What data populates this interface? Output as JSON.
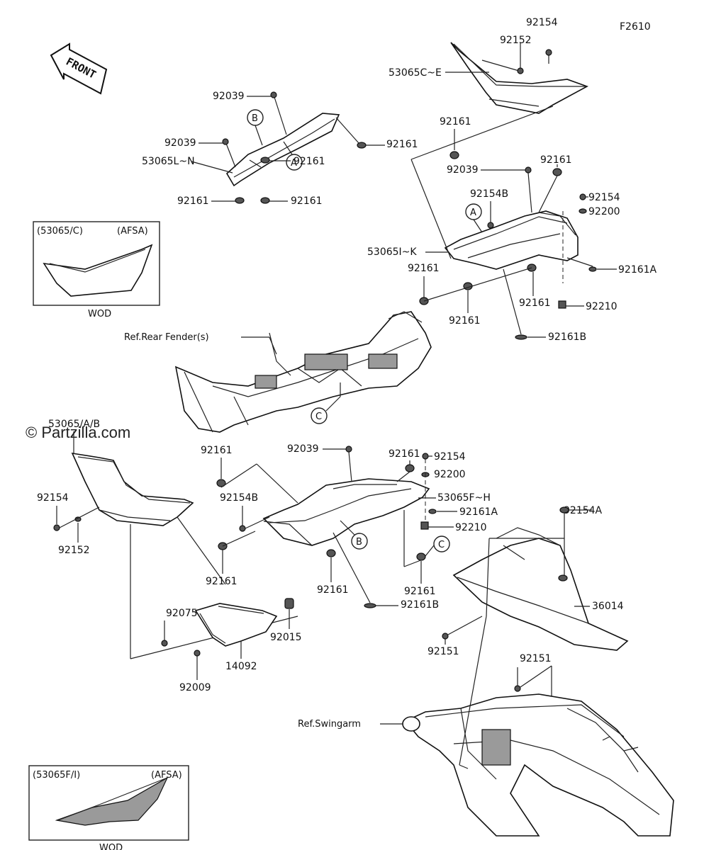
{
  "figure_code": "F2610",
  "watermark": "© Partzilla.com",
  "front_arrow": {
    "text": "FRONT"
  },
  "callout_letters": {
    "a": "A",
    "b": "B",
    "c": "C"
  },
  "refs": {
    "rear_fender": "Ref.Rear Fender(s)",
    "swingarm": "Ref.Swingarm"
  },
  "inset_top": {
    "code": "(53065/C)",
    "region": "(AFSA)",
    "note": "WOD"
  },
  "inset_bottom": {
    "code": "(53065F/I)",
    "region": "(AFSA)",
    "note": "WOD"
  },
  "labels": {
    "p92154_top": "92154",
    "p92152_top": "92152",
    "p53065C_E": "53065C~E",
    "p92039_a": "92039",
    "p92039_b": "92039",
    "p53065L_N": "53065L~N",
    "p92161_a": "92161",
    "p92161_b": "92161",
    "p92161_c": "92161",
    "p92161_d": "92161",
    "p92161_e": "92161",
    "p92039_c": "92039",
    "p92161_f": "92161",
    "p92154B_top": "92154B",
    "p92154_right": "92154",
    "p92200_top": "92200",
    "p53065I_K": "53065I~K",
    "p92161A_top": "92161A",
    "p92161_g": "92161",
    "p92210_top": "92210",
    "p92161_h": "92161",
    "p92161_i": "92161",
    "p92161B_top": "92161B",
    "p53065A_B": "53065/A/B",
    "p92161_j": "92161",
    "p92039_d": "92039",
    "p92161_k": "92161",
    "p92154_mid": "92154",
    "p92200_mid": "92200",
    "p53065F_H": "53065F~H",
    "p92154_left": "92154",
    "p92154B_mid": "92154B",
    "p92161A_mid": "92161A",
    "p92210_mid": "92210",
    "p92154A": "92154A",
    "p92152_left": "92152",
    "p92161_l": "92161",
    "p92161_m": "92161",
    "p92161_n": "92161",
    "p92161B_mid": "92161B",
    "p92075": "92075",
    "p92015": "92015",
    "p36014": "36014",
    "p92009": "92009",
    "p14092": "14092",
    "p92151_a": "92151",
    "p92151_b": "92151"
  }
}
